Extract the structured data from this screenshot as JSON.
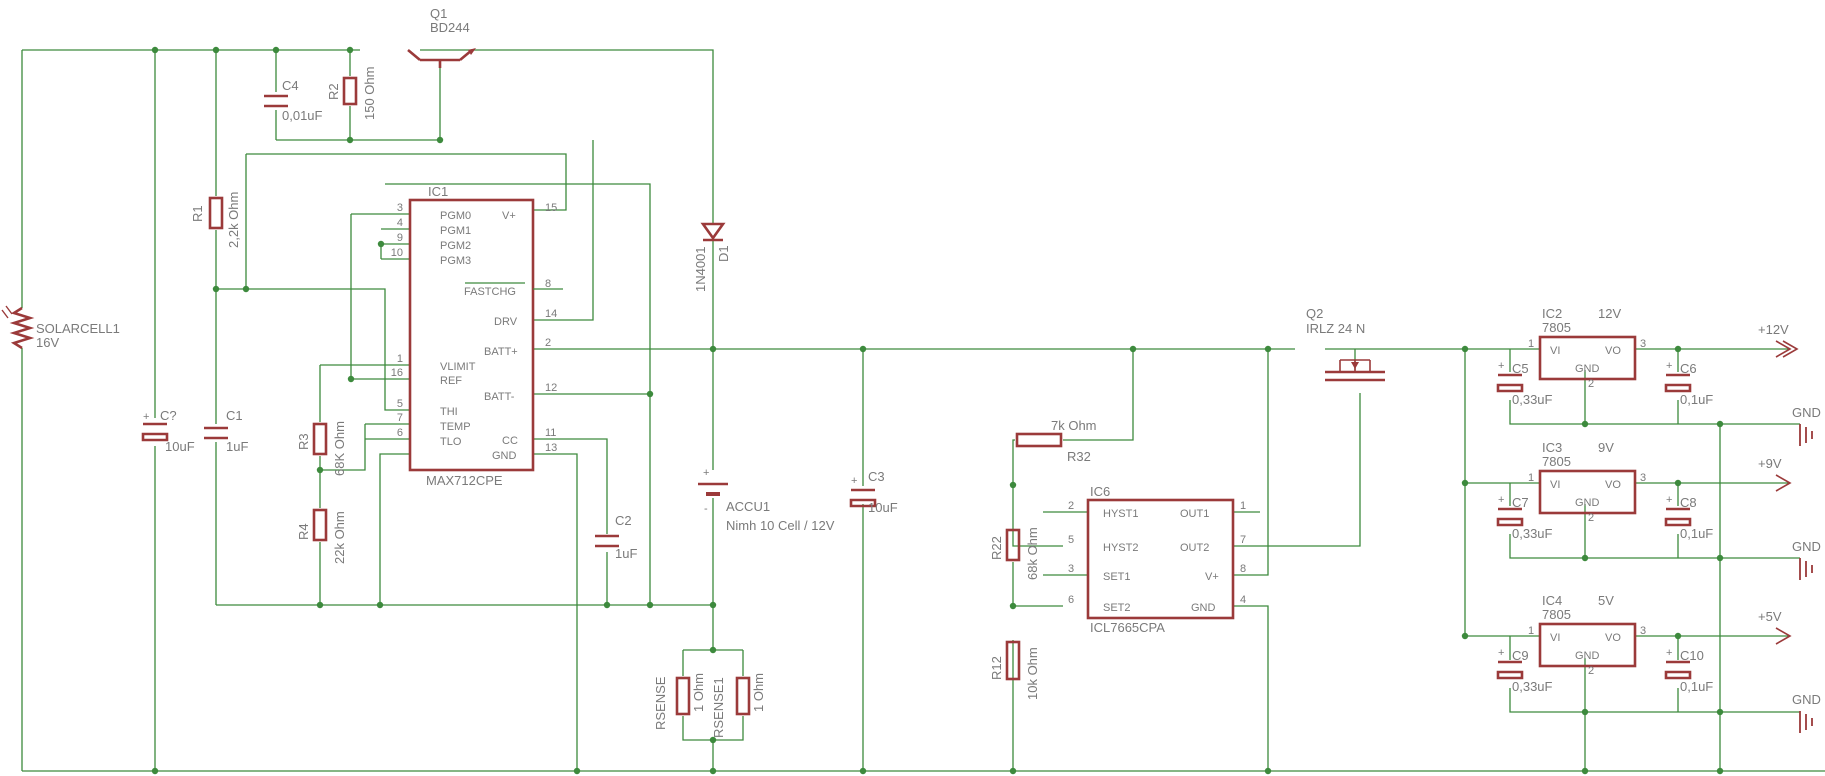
{
  "colors": {
    "wire": "#3d8a3d",
    "component": "#9b3a3a",
    "text": "#7a7a7a",
    "background": "#ffffff"
  },
  "components": {
    "q1": {
      "name": "Q1",
      "value": "BD244"
    },
    "c4": {
      "name": "C4",
      "value": "0,01uF"
    },
    "r2": {
      "name": "R2",
      "value": "150 Ohm"
    },
    "r1": {
      "name": "R1",
      "value": "2,2k Ohm"
    },
    "ic1": {
      "name": "IC1",
      "value": "MAX712CPE",
      "left_pins": [
        {
          "num": "3",
          "label": "PGM0"
        },
        {
          "num": "4",
          "label": "PGM1"
        },
        {
          "num": "9",
          "label": "PGM2"
        },
        {
          "num": "10",
          "label": "PGM3"
        },
        {
          "num": "1",
          "label": "VLIMIT"
        },
        {
          "num": "16",
          "label": "REF"
        },
        {
          "num": "5",
          "label": "THI"
        },
        {
          "num": "7",
          "label": "TEMP"
        },
        {
          "num": "6",
          "label": "TLO"
        }
      ],
      "right_pins": [
        {
          "num": "15",
          "label": "V+"
        },
        {
          "num": "8",
          "label": "FASTCHG"
        },
        {
          "num": "14",
          "label": "DRV"
        },
        {
          "num": "2",
          "label": "BATT+"
        },
        {
          "num": "12",
          "label": "BATT-"
        },
        {
          "num": "11",
          "label": "CC"
        },
        {
          "num": "13",
          "label": "GND"
        }
      ]
    },
    "d1": {
      "name": "D1",
      "value": "1N4001"
    },
    "solarcell": {
      "name": "SOLARCELL1",
      "value": "16V"
    },
    "c_in": {
      "name": "C?",
      "value": "10uF"
    },
    "c1": {
      "name": "C1",
      "value": "1uF"
    },
    "r3": {
      "name": "R3",
      "value": "68K Ohm"
    },
    "r4": {
      "name": "R4",
      "value": "22k Ohm"
    },
    "c2": {
      "name": "C2",
      "value": "1uF"
    },
    "accu": {
      "name": "ACCU1",
      "value": "Nimh 10 Cell / 12V"
    },
    "rsense": {
      "name": "RSENSE",
      "value": "1 Ohm"
    },
    "rsense1": {
      "name": "RSENSE1",
      "value": "1 Ohm"
    },
    "c3": {
      "name": "C3",
      "value": "10uF"
    },
    "r32": {
      "name": "R32",
      "value": "7k Ohm"
    },
    "r22": {
      "name": "R22",
      "value": "68k Ohm"
    },
    "r12": {
      "name": "R12",
      "value": "10k Ohm"
    },
    "ic6": {
      "name": "IC6",
      "value": "ICL7665CPA",
      "left_pins": [
        {
          "num": "2",
          "label": "HYST1"
        },
        {
          "num": "5",
          "label": "HYST2"
        },
        {
          "num": "3",
          "label": "SET1"
        },
        {
          "num": "6",
          "label": "SET2"
        }
      ],
      "right_pins": [
        {
          "num": "1",
          "label": "OUT1"
        },
        {
          "num": "7",
          "label": "OUT2"
        },
        {
          "num": "8",
          "label": "V+"
        },
        {
          "num": "4",
          "label": "GND"
        }
      ]
    },
    "q2": {
      "name": "Q2",
      "value": "IRLZ 24 N"
    },
    "regulators": [
      {
        "name": "IC2",
        "part": "7805",
        "out": "12V",
        "vi": "VI",
        "vo": "VO",
        "gnd": "GND",
        "pin_in": "1",
        "pin_out": "3",
        "pin_gnd": "2",
        "cin": "C5",
        "cin_value": "0,33uF",
        "cout": "C6",
        "cout_value": "0,1uF",
        "rail": "+12V",
        "ground": "GND"
      },
      {
        "name": "IC3",
        "part": "7805",
        "out": "9V",
        "vi": "VI",
        "vo": "VO",
        "gnd": "GND",
        "pin_in": "1",
        "pin_out": "3",
        "pin_gnd": "2",
        "cin": "C7",
        "cin_value": "0,33uF",
        "cout": "C8",
        "cout_value": "0,1uF",
        "rail": "+9V",
        "ground": "GND"
      },
      {
        "name": "IC4",
        "part": "7805",
        "out": "5V",
        "vi": "VI",
        "vo": "VO",
        "gnd": "GND",
        "pin_in": "1",
        "pin_out": "3",
        "pin_gnd": "2",
        "cin": "C9",
        "cin_value": "0,33uF",
        "cout": "C10",
        "cout_value": "0,1uF",
        "rail": "+5V",
        "ground": "GND"
      }
    ]
  }
}
